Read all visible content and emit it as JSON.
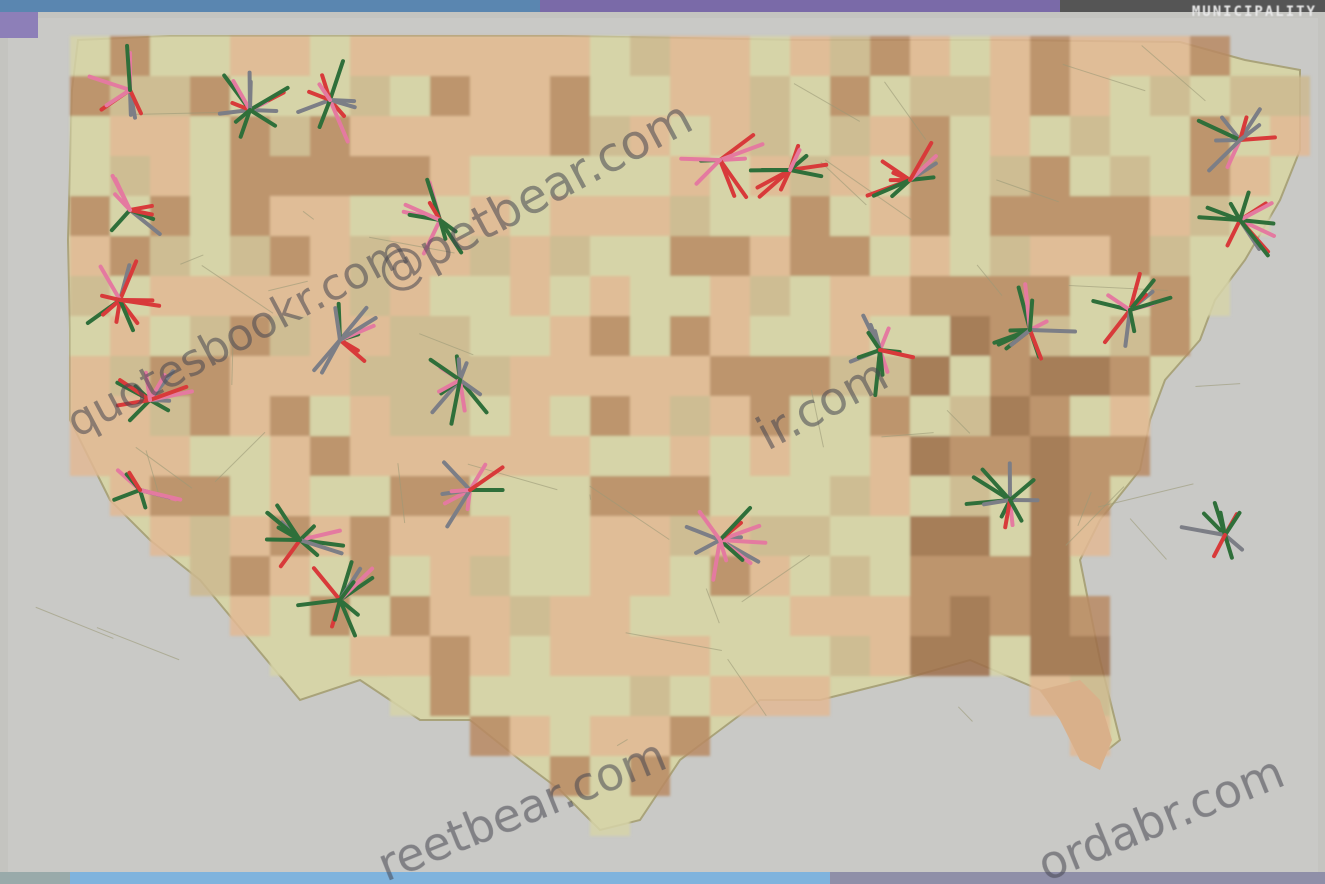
{
  "map": {
    "top_right_label": "MUNICIPALITY",
    "watermark_1": "quotesbookr.com",
    "watermark_2": "@petbear.com",
    "watermark_3": "ir.com",
    "watermark_4": "ordabr.com",
    "watermark_5": "reetbear.com",
    "colors": {
      "land_light": "#d6d4a8",
      "land_mid": "#cdb98f",
      "land_peach": "#e2b894",
      "land_brown": "#b98a63",
      "land_deep": "#9e6f4a",
      "ocean": "#c9c9c6",
      "water_gray": "#bcbcbc",
      "pin_green": "#2f6f3a",
      "pin_red": "#d83a3a",
      "pin_pink": "#e47aa0",
      "pin_gray": "#7c7e86"
    }
  }
}
